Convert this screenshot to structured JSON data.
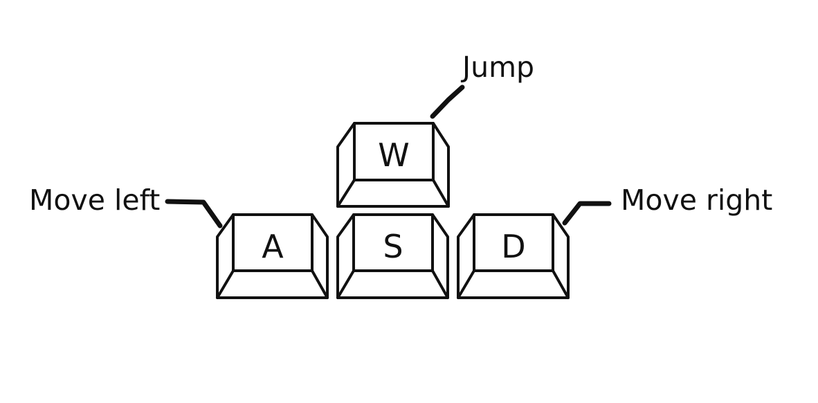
{
  "diagram": {
    "keys": [
      {
        "id": "w",
        "letter": "W",
        "action": "Jump"
      },
      {
        "id": "a",
        "letter": "A",
        "action": "Move left"
      },
      {
        "id": "s",
        "letter": "S",
        "action": ""
      },
      {
        "id": "d",
        "letter": "D",
        "action": "Move right"
      }
    ],
    "colors": {
      "line": "#111111",
      "background": "#ffffff"
    }
  }
}
